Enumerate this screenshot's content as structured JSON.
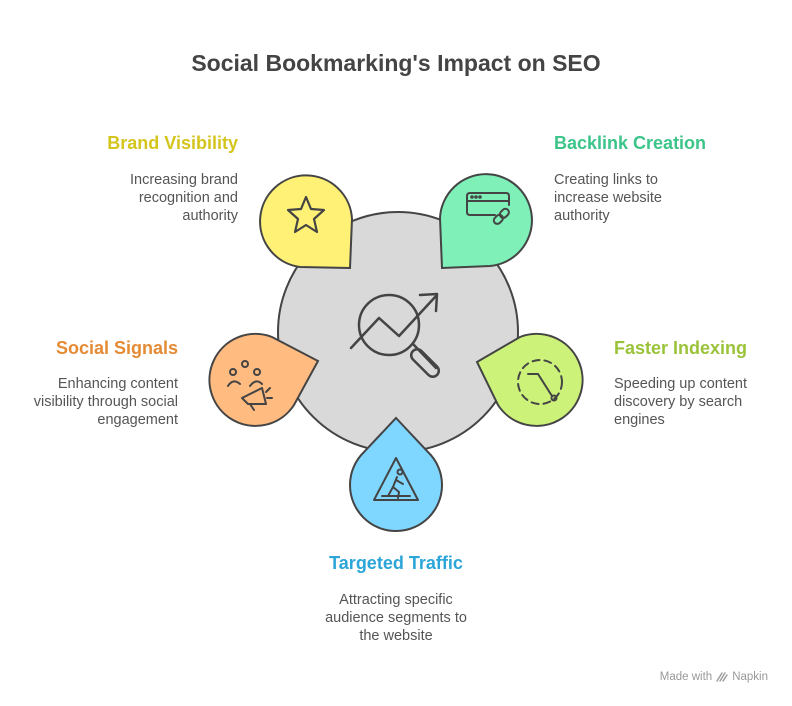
{
  "title": "Social Bookmarking's Impact on SEO",
  "center": {
    "icon": "search-trend-icon"
  },
  "items": [
    {
      "id": "brand-visibility",
      "label": "Brand Visibility",
      "color": "#d4c51c",
      "fill": "#fff176",
      "icon": "star-icon",
      "desc": [
        "Increasing brand",
        "recognition and",
        "authority"
      ]
    },
    {
      "id": "backlink-creation",
      "label": "Backlink Creation",
      "color": "#3cc48a",
      "fill": "#7ef0b8",
      "icon": "browser-link-icon",
      "desc": [
        "Creating links to",
        "increase website",
        "authority"
      ]
    },
    {
      "id": "social-signals",
      "label": "Social Signals",
      "color": "#e58a35",
      "fill": "#ffbb80",
      "icon": "megaphone-icon",
      "desc": [
        "Enhancing content",
        "visibility through social",
        "engagement"
      ]
    },
    {
      "id": "faster-indexing",
      "label": "Faster Indexing",
      "color": "#9bc33a",
      "fill": "#cdf27a",
      "icon": "timer-icon",
      "desc": [
        "Speeding up content",
        "discovery by search",
        "engines"
      ]
    },
    {
      "id": "targeted-traffic",
      "label": "Targeted Traffic",
      "color": "#2ca5d8",
      "fill": "#7fd6ff",
      "icon": "pedestrian-sign-icon",
      "desc": [
        "Attracting specific",
        "audience segments to",
        "the website"
      ]
    }
  ],
  "footer": {
    "prefix": "Made with",
    "brand": "Napkin"
  }
}
